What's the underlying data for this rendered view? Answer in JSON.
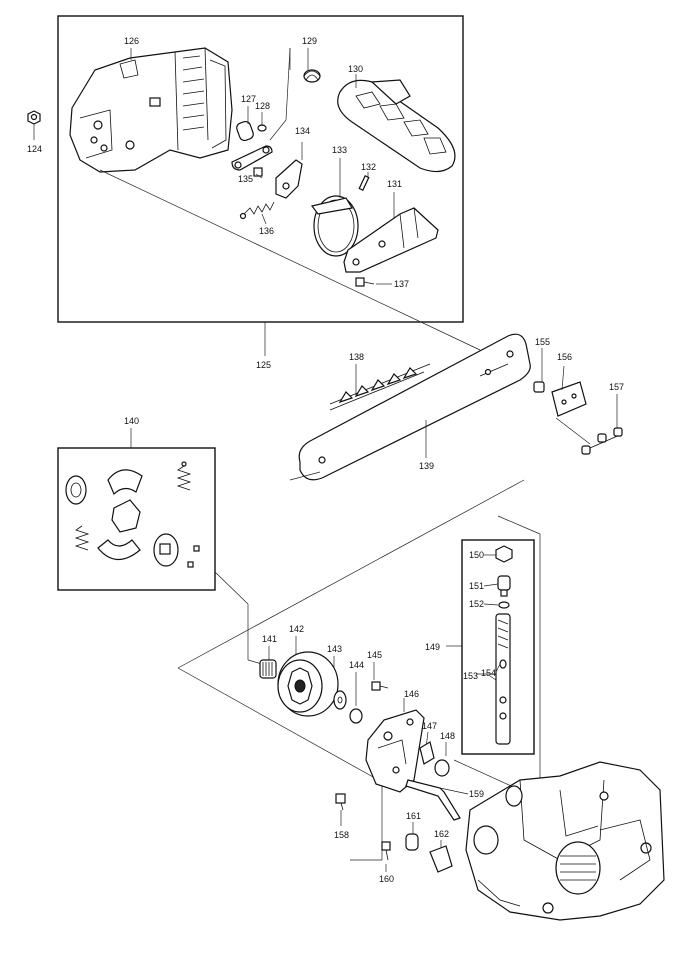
{
  "labels": {
    "p124": "124",
    "p125": "125",
    "p126": "126",
    "p127": "127",
    "p128": "128",
    "p129": "129",
    "p130": "130",
    "p131": "131",
    "p132": "132",
    "p133": "133",
    "p134": "134",
    "p135": "135",
    "p136": "136",
    "p137": "137",
    "p138": "138",
    "p139": "139",
    "p140": "140",
    "p141": "141",
    "p142": "142",
    "p143": "143",
    "p144": "144",
    "p145": "145",
    "p146": "146",
    "p147": "147",
    "p148": "148",
    "p149": "149",
    "p150": "150",
    "p151": "151",
    "p152": "152",
    "p153": "153",
    "p154": "154",
    "p155": "155",
    "p156": "156",
    "p157": "157",
    "p158": "158",
    "p159": "159",
    "p160": "160",
    "p161": "161",
    "p162": "162"
  }
}
